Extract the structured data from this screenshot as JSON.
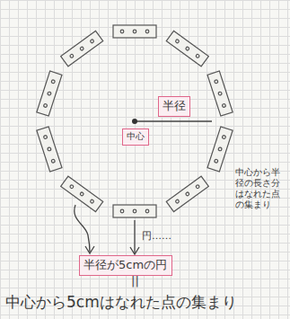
{
  "diagram": {
    "nodes": [
      {
        "text": [
          "半径"
        ]
      },
      {
        "text": [
          "中心"
        ]
      },
      {
        "text": [
          "半径が5cmの円"
        ]
      }
    ],
    "labels": [
      "中心から半径の長さ分はなれた点の集まり",
      "円……",
      "||",
      "中心から5cmはなれた点の集まり"
    ]
  }
}
